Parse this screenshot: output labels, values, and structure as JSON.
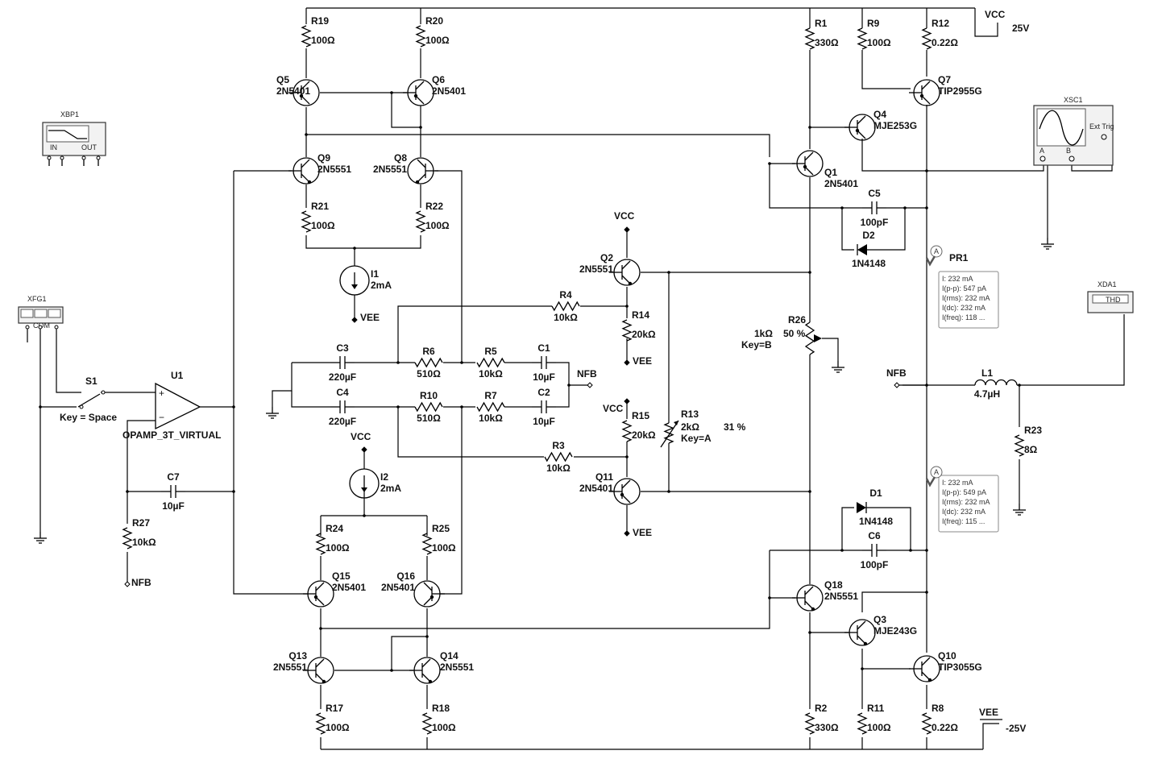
{
  "resistors": [
    {
      "name": "R19",
      "value": "100Ω"
    },
    {
      "name": "R20",
      "value": "100Ω"
    },
    {
      "name": "R21",
      "value": "100Ω"
    },
    {
      "name": "R22",
      "value": "100Ω"
    },
    {
      "name": "R1",
      "value": "330Ω"
    },
    {
      "name": "R9",
      "value": "100Ω"
    },
    {
      "name": "R12",
      "value": "0.22Ω"
    },
    {
      "name": "R4",
      "value": "10kΩ"
    },
    {
      "name": "R14",
      "value": "20kΩ"
    },
    {
      "name": "R6",
      "value": "510Ω"
    },
    {
      "name": "R5",
      "value": "10kΩ"
    },
    {
      "name": "R10",
      "value": "510Ω"
    },
    {
      "name": "R7",
      "value": "10kΩ"
    },
    {
      "name": "R15",
      "value": "20kΩ"
    },
    {
      "name": "R3",
      "value": "10kΩ"
    },
    {
      "name": "R27",
      "value": "10kΩ"
    },
    {
      "name": "R24",
      "value": "100Ω"
    },
    {
      "name": "R25",
      "value": "100Ω"
    },
    {
      "name": "R17",
      "value": "100Ω"
    },
    {
      "name": "R18",
      "value": "100Ω"
    },
    {
      "name": "R2",
      "value": "330Ω"
    },
    {
      "name": "R11",
      "value": "100Ω"
    },
    {
      "name": "R8",
      "value": "0.22Ω"
    },
    {
      "name": "R23",
      "value": "8Ω"
    }
  ],
  "transistors": [
    {
      "name": "Q5",
      "part": "2N5401"
    },
    {
      "name": "Q6",
      "part": "2N5401"
    },
    {
      "name": "Q9",
      "part": "2N5551"
    },
    {
      "name": "Q8",
      "part": "2N5551"
    },
    {
      "name": "Q7",
      "part": "TIP2955G"
    },
    {
      "name": "Q4",
      "part": "MJE253G"
    },
    {
      "name": "Q1",
      "part": "2N5401"
    },
    {
      "name": "Q2",
      "part": "2N5551"
    },
    {
      "name": "Q11",
      "part": "2N5401"
    },
    {
      "name": "Q15",
      "part": "2N5401"
    },
    {
      "name": "Q16",
      "part": "2N5401"
    },
    {
      "name": "Q13",
      "part": "2N5551"
    },
    {
      "name": "Q14",
      "part": "2N5551"
    },
    {
      "name": "Q18",
      "part": "2N5551"
    },
    {
      "name": "Q3",
      "part": "MJE243G"
    },
    {
      "name": "Q10",
      "part": "TIP3055G"
    }
  ],
  "capacitors": [
    {
      "name": "C3",
      "value": "220µF"
    },
    {
      "name": "C1",
      "value": "10µF"
    },
    {
      "name": "C4",
      "value": "220µF"
    },
    {
      "name": "C2",
      "value": "10µF"
    },
    {
      "name": "C7",
      "value": "10µF"
    },
    {
      "name": "C5",
      "value": "100pF"
    },
    {
      "name": "C6",
      "value": "100pF"
    }
  ],
  "diodes": [
    {
      "name": "D2",
      "part": "1N4148"
    },
    {
      "name": "D1",
      "part": "1N4148"
    }
  ],
  "current_sources": [
    {
      "name": "I1",
      "value": "2mA"
    },
    {
      "name": "I2",
      "value": "2mA"
    }
  ],
  "pots": {
    "r26": {
      "name": "R26",
      "value": "1kΩ",
      "key": "Key=B",
      "percent": "50 %"
    },
    "r13": {
      "name": "R13",
      "value": "2kΩ",
      "key": "Key=A",
      "percent": "31 %"
    }
  },
  "inductor": {
    "name": "L1",
    "value": "4.7µH"
  },
  "switch": {
    "name": "S1",
    "key": "Key = Space"
  },
  "opamp": {
    "name": "U1",
    "part": "OPAMP_3T_VIRTUAL"
  },
  "supplies": {
    "vcc_name": "VCC",
    "vcc_value": "25V",
    "vee_name": "VEE",
    "vee_value": "-25V",
    "rail_vcc": "VCC",
    "rail_vee": "VEE"
  },
  "nets": {
    "nfb": "NFB"
  },
  "instruments": {
    "xbp1": {
      "name": "XBP1",
      "in": "IN",
      "out": "OUT"
    },
    "xfg1": {
      "name": "XFG1",
      "com": "COM"
    },
    "xsc1": {
      "name": "XSC1",
      "a": "A",
      "b": "B",
      "ext": "Ext Trig"
    },
    "xda1": {
      "name": "XDA1",
      "mode": "THD"
    }
  },
  "probes": [
    {
      "name": "PR1",
      "tag": "A",
      "lines": [
        "I: 232 mA",
        "I(p-p): 547 pA",
        "I(rms): 232 mA",
        "I(dc): 232 mA",
        "I(freq): 118 ..."
      ]
    },
    {
      "name": "",
      "tag": "A",
      "lines": [
        "I: 232 mA",
        "I(p-p): 549 pA",
        "I(rms): 232 mA",
        "I(dc): 232 mA",
        "I(freq): 115 ..."
      ]
    }
  ]
}
